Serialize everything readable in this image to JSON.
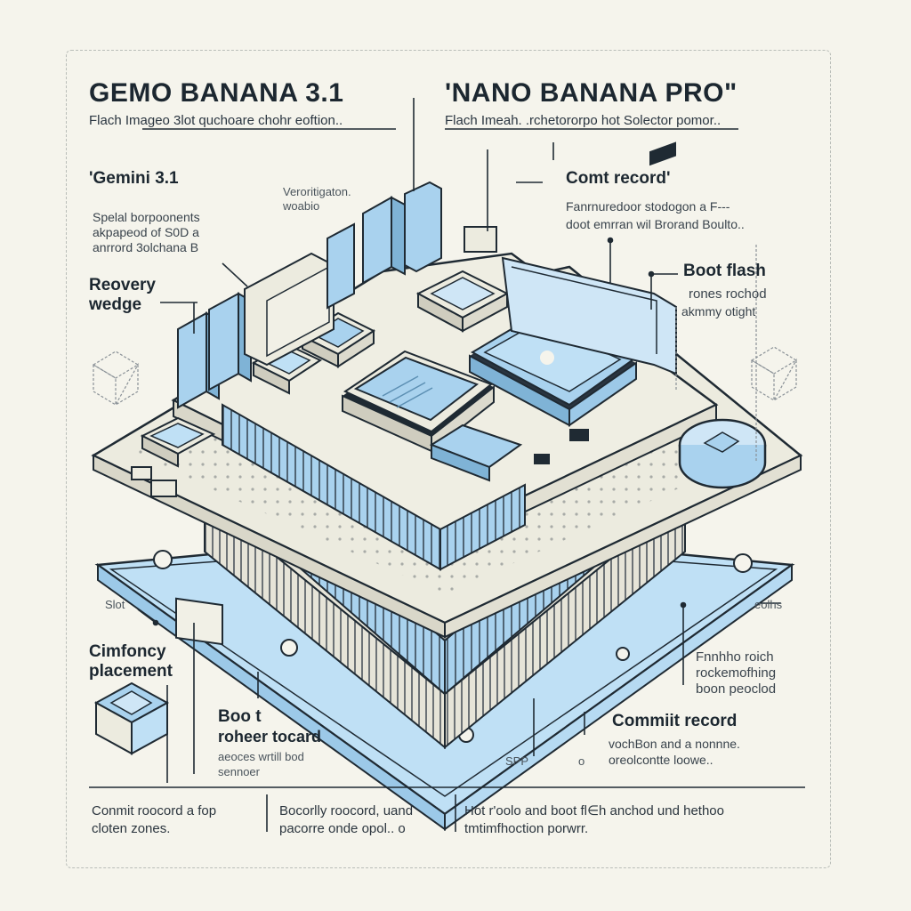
{
  "header": {
    "left_title": "GEMO BANANA 3.1",
    "left_subtitle": "Flach Imageo 3lot quchoare chohr eoftion..",
    "right_title": "'NANO BANANA PRO\"",
    "right_subtitle": "Flach Imeah. .rchetororpo hot Solector pomor.."
  },
  "callouts": {
    "gemini": {
      "title": "'Gemini 3.1",
      "lines": [
        "Spelal borpoonents",
        "akpapeod of S0D a",
        "anrrord 3olchana B"
      ]
    },
    "verification": {
      "lines": [
        "Veroritigaton.",
        "woabio"
      ]
    },
    "comt_record": {
      "title": "Comt record'",
      "lines": [
        "Fanrnuredoor stodogon a F---",
        "doot emrran wil Brorand Boulto.."
      ]
    },
    "recovery": {
      "title": "Reovery wedge"
    },
    "boot_flash": {
      "title": "Boot flash",
      "lines": [
        "rones rochod",
        "akmmy otight"
      ]
    },
    "slot_left": {
      "title": "Slot"
    },
    "slot_right": {
      "title": "eolhs"
    },
    "cimfoncy": {
      "title": "Cimfoncy placement"
    },
    "flash_right": {
      "lines": [
        "Fnnhho roich",
        "rockemofhing",
        "boon peoclod"
      ]
    },
    "boot_t": {
      "title": "Boo t",
      "title2": "roheer tocard",
      "lines": [
        "aeoces wrtill bod",
        "sennoer"
      ]
    },
    "commit_record": {
      "title": "Commiit record",
      "lines": [
        "vochBon and a nonnne.",
        "oreolcontte loowe.."
      ]
    },
    "spp": {
      "text": "SPP",
      "suffix": "o"
    }
  },
  "footer": {
    "col1": [
      "Conmit roocord a fop",
      "cloten zones."
    ],
    "col2": [
      "Bocorlly roocord, uand",
      "pacorre onde opol.. o"
    ],
    "col3": [
      "Hot r'oolo and boot fl∈h anchod und hethoo",
      "tmtimfhoction porwrr."
    ]
  },
  "colors": {
    "ink": "#1f2a33",
    "board": "#ecebdf",
    "chip_blue": "#a9d2ee",
    "chip_blue_light": "#cfe6f6",
    "line": "#6b757c"
  }
}
